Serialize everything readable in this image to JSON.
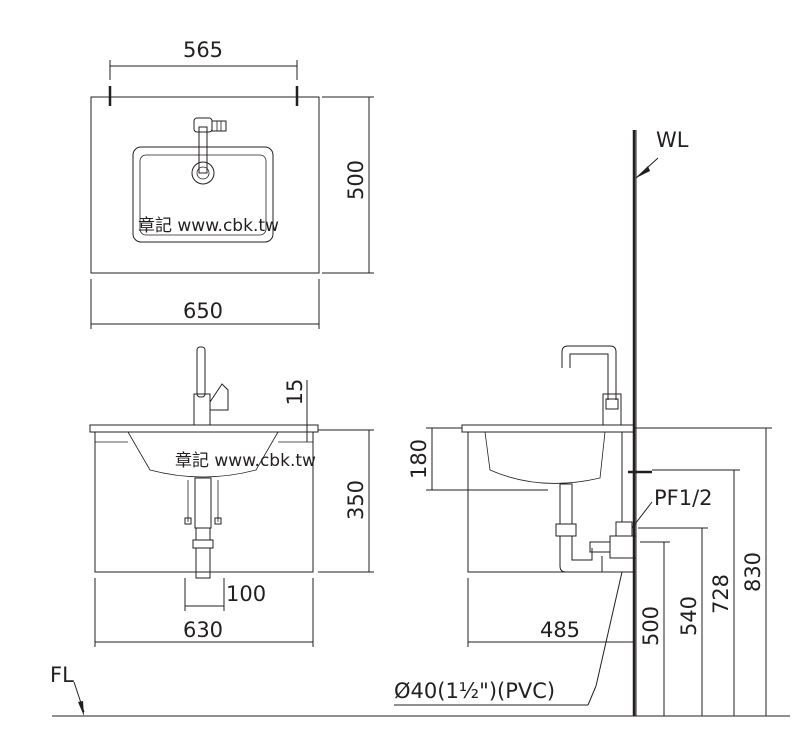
{
  "dimensions": {
    "top_width_inner": "565",
    "top_depth": "500",
    "top_width": "650",
    "faucet_gap": "15",
    "front_height": "350",
    "drain_offset": "100",
    "cabinet_width": "630",
    "side_bowl_depth": "180",
    "side_depth": "485",
    "h_500": "500",
    "h_540": "540",
    "h_728": "728",
    "h_830": "830"
  },
  "labels": {
    "water_line": "WL",
    "floor_line": "FL",
    "supply": "PF1/2",
    "drain_pipe": "Ø40(1½\")(PVC)"
  },
  "watermark": {
    "top": "章記 www.cbk.tw",
    "front": "章記 www.cbk.tw"
  }
}
